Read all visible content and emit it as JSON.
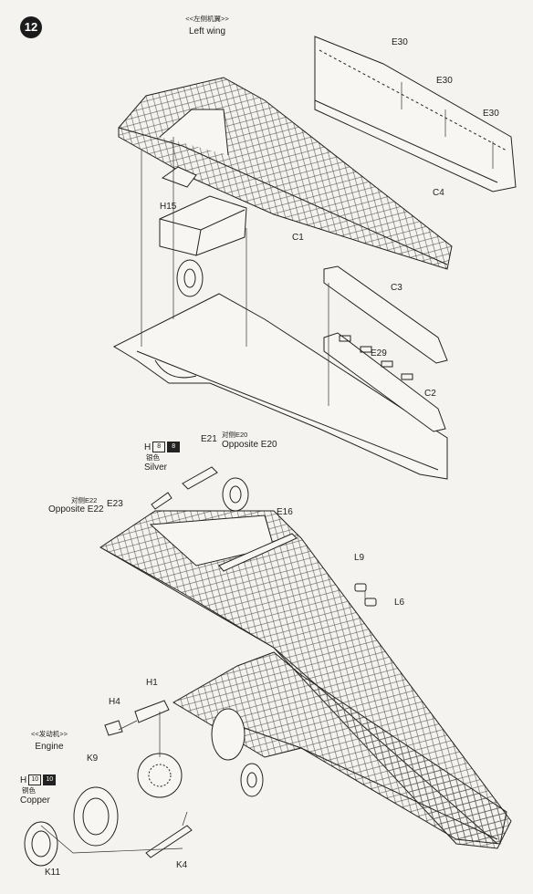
{
  "step": {
    "number": "12"
  },
  "sections": {
    "left_wing": {
      "cn": "<<左侧机翼>>",
      "en": "Left wing"
    },
    "engine": {
      "cn": "<<发动机>>",
      "en": "Engine"
    }
  },
  "parts": {
    "E30": "E30",
    "C4": "C4",
    "C1": "C1",
    "H15": "H15",
    "C3": "C3",
    "E29": "E29",
    "C2": "C2",
    "E21": "E21",
    "E20_cn": "对侧E20",
    "E20_en": "Opposite E20",
    "E22_cn": "对侧E22",
    "E22_en": "Opposite E22",
    "E23": "E23",
    "E16": "E16",
    "L9": "L9",
    "L6": "L6",
    "H1": "H1",
    "H4": "H4",
    "K9": "K9",
    "K4": "K4",
    "K11": "K11"
  },
  "paints": {
    "silver": {
      "prefix": "H",
      "code1": "8",
      "code2": "8",
      "cn": "银色",
      "en": "Silver"
    },
    "copper": {
      "prefix": "H",
      "code1": "10",
      "code2": "10",
      "cn": "铜色",
      "en": "Copper"
    }
  },
  "colors": {
    "line": "#222222",
    "paper": "#f4f3ef",
    "badge": "#1b1b1b"
  }
}
